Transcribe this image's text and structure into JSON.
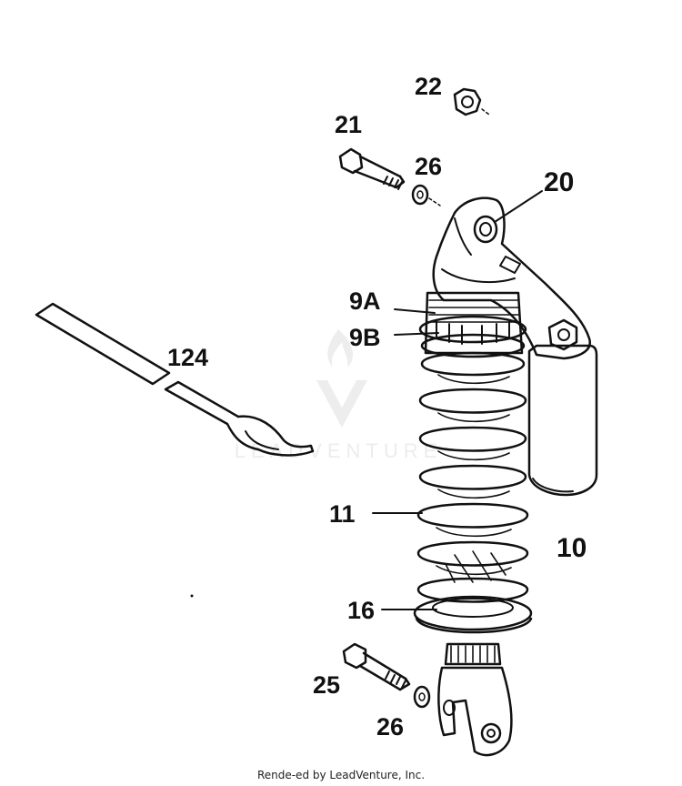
{
  "labels": {
    "p22": "22",
    "p21": "21",
    "p26a": "26",
    "p20": "20",
    "p9a": "9A",
    "p9b": "9B",
    "p124": "124",
    "p11": "11",
    "p10": "10",
    "p16": "16",
    "p25": "25",
    "p26b": "26"
  },
  "watermark": "LEADVENTURE",
  "footer": "Rende-ed by LeadVenture, Inc."
}
